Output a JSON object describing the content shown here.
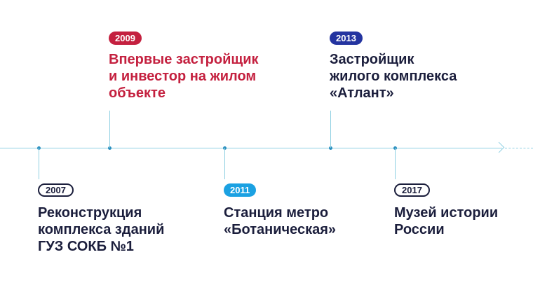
{
  "events": [
    {
      "year": "2007",
      "lines": [
        "Реконструкция",
        "комплекса зданий",
        "ГУЗ СОКБ №1"
      ],
      "badge_color": "#ffffff",
      "position": "below"
    },
    {
      "year": "2009",
      "lines": [
        "Впервые застройщик",
        "и инвестор на жилом",
        "объекте"
      ],
      "badge_color": "#c4203f",
      "text_color": "#c4203f",
      "position": "above"
    },
    {
      "year": "2011",
      "lines": [
        "Станция метро",
        "«Ботаническая»"
      ],
      "badge_color": "#1ba1e2",
      "position": "below"
    },
    {
      "year": "2013",
      "lines": [
        "Застройщик",
        "жилого комплекса",
        "«Атлант»"
      ],
      "badge_color": "#2434a0",
      "position": "above"
    },
    {
      "year": "2017",
      "lines": [
        "Музей истории",
        "России"
      ],
      "badge_color": "#ffffff",
      "position": "below"
    }
  ]
}
